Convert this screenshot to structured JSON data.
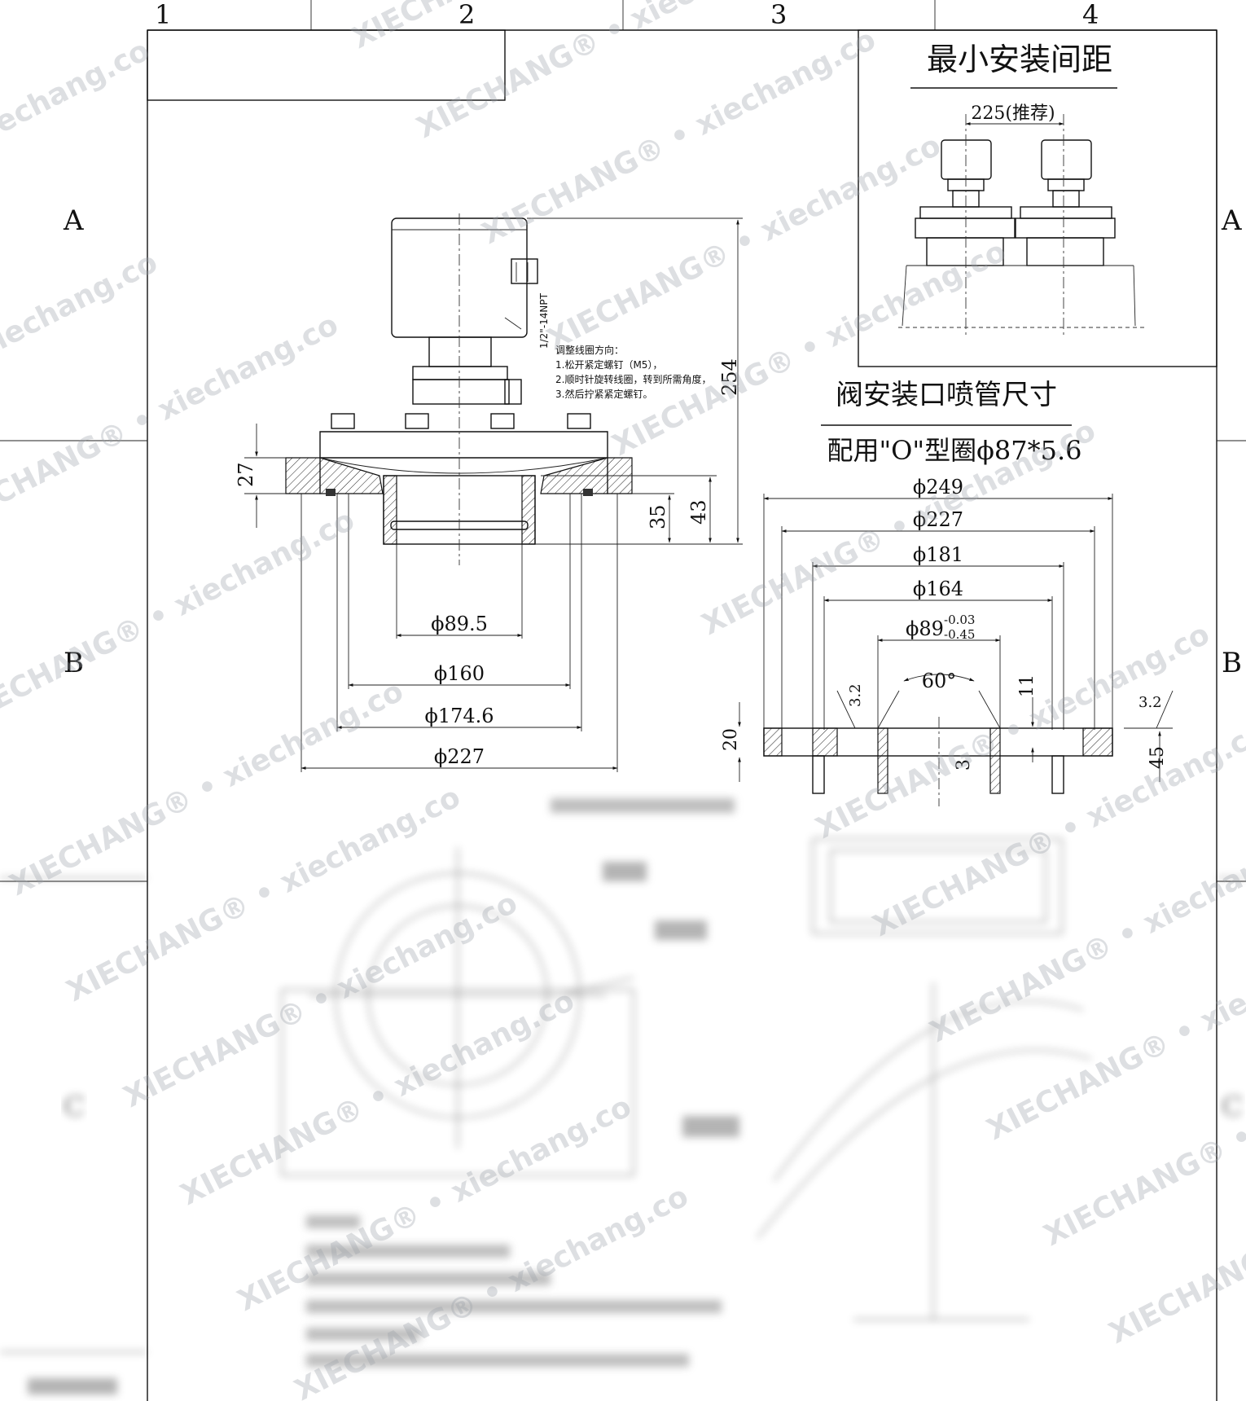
{
  "frame": {
    "columns": [
      "1",
      "2",
      "3",
      "4"
    ],
    "rows_left": [
      "A",
      "B",
      "C"
    ],
    "rows_right": [
      "A",
      "B",
      "C"
    ]
  },
  "spacing_panel": {
    "title": "最小安装间距",
    "spacing_label": "225(推荐)"
  },
  "valve_view": {
    "thread_label": "1/2\"-14NPT",
    "coil_note": [
      "调整线圈方向：",
      "1.松开紧定螺钉（M5），",
      "2.顺时针旋转线圈，转到所需角度，",
      "3.然后拧紧紧定螺钉。"
    ],
    "dims": {
      "height_total": "254",
      "flange": "27",
      "d35": "35",
      "d43": "43",
      "phi89_5": "ϕ89.5",
      "phi160": "ϕ160",
      "phi174_6": "ϕ174.6",
      "phi227": "ϕ227"
    }
  },
  "pipe_panel": {
    "title": "阀安装口喷管尺寸",
    "oring": "配用\"O\"型圈ϕ87*5.6",
    "dims": {
      "phi249": "ϕ249",
      "phi227": "ϕ227",
      "phi181": "ϕ181",
      "phi164": "ϕ164",
      "phi89": "ϕ89",
      "tol_upper": "-0.03",
      "tol_lower": "-0.45",
      "angle": "60°",
      "c3_2_left": "3.2",
      "c3_2_right": "3.2",
      "d11": "11",
      "d20": "20",
      "d3": "3",
      "d45": "45"
    }
  },
  "watermark": {
    "brand": "XIECHANG®",
    "site": "xiechang.co",
    "line": "XIECHANG® • xiechang.co"
  }
}
